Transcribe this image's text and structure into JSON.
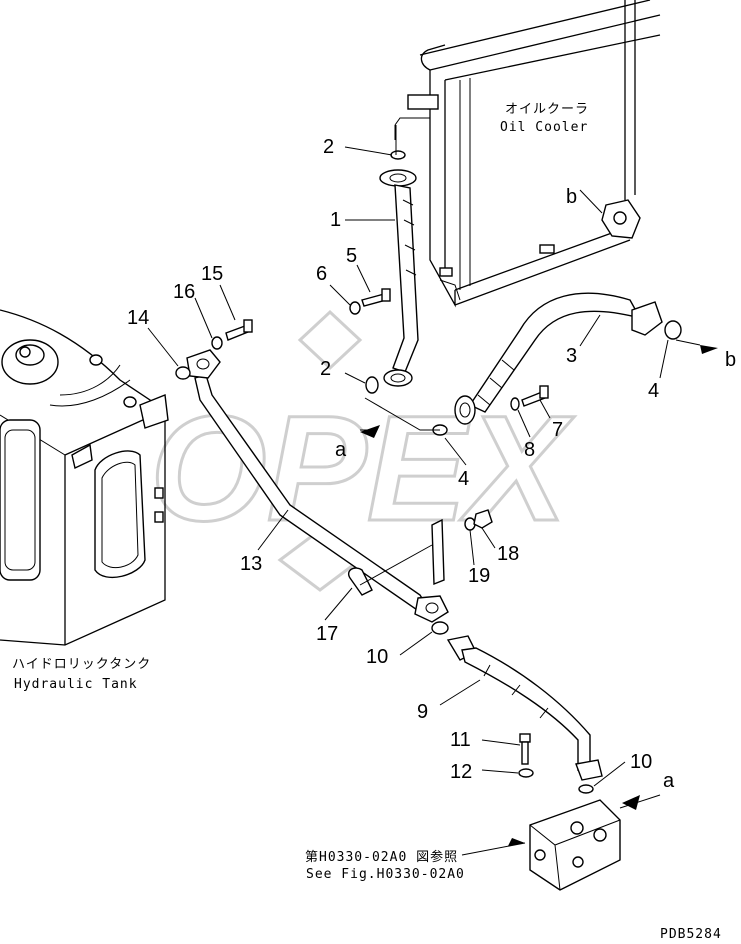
{
  "watermark": "OPEX",
  "labels": {
    "oil_cooler_jp": "オイルクーラ",
    "oil_cooler_en": "Oil Cooler",
    "hyd_tank_jp": "ハイドロリックタンク",
    "hyd_tank_en": "Hydraulic Tank",
    "see_fig_jp": "第H0330-02A0 図参照",
    "see_fig_en": "See Fig.H0330-02A0",
    "code": "PDB5284",
    "ref_a": "a",
    "ref_b": "b"
  },
  "callouts": [
    "1",
    "2",
    "3",
    "4",
    "5",
    "6",
    "7",
    "8",
    "9",
    "10",
    "11",
    "12",
    "13",
    "14",
    "15",
    "16",
    "17",
    "18",
    "19"
  ]
}
